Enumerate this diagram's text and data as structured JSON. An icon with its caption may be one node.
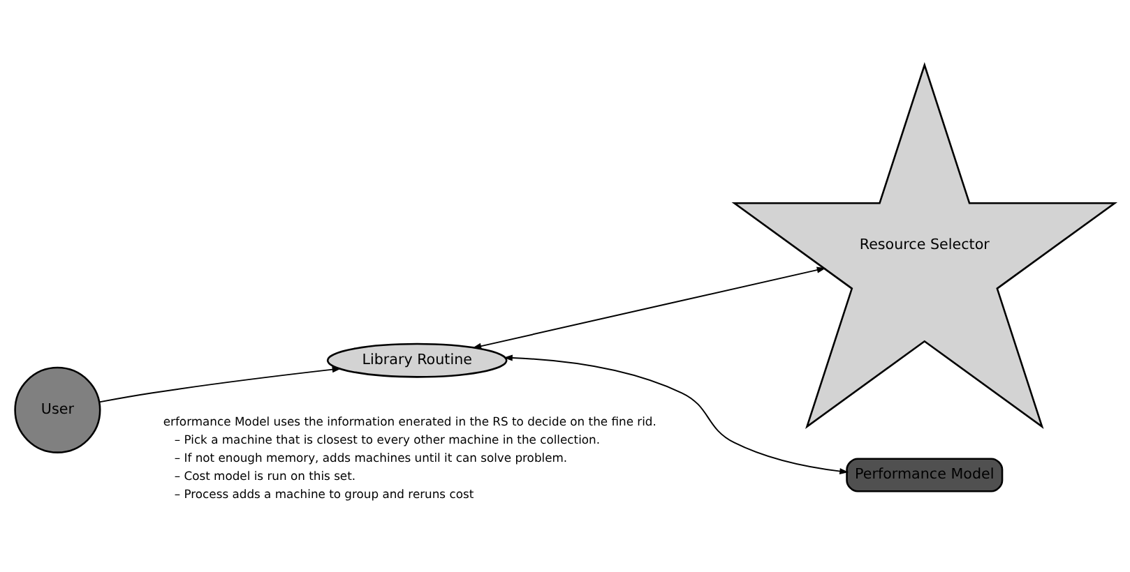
{
  "diagram": {
    "nodes": [
      {
        "text": [
          "User"
        ]
      },
      {
        "text": [
          "Library Routine"
        ]
      },
      {
        "text": [
          "Resource Selector"
        ]
      },
      {
        "text": [
          "Performance Model"
        ]
      }
    ],
    "edges": [
      {
        "from": 0,
        "to": 1,
        "arrow": "to"
      },
      {
        "from": 1,
        "to": 2,
        "arrow": "both"
      },
      {
        "from": 1,
        "to": 3,
        "arrow": "both"
      }
    ],
    "labels": [
      "erformance Model uses the information enerated in the RS to decide on the fine rid.",
      "– Pick a machine that is closest to every other machine in the collection.",
      "– If not enough memory, adds machines until it can solve problem.",
      "– Cost model is run on this set.",
      "– Process adds a machine to group and reruns cost"
    ]
  }
}
